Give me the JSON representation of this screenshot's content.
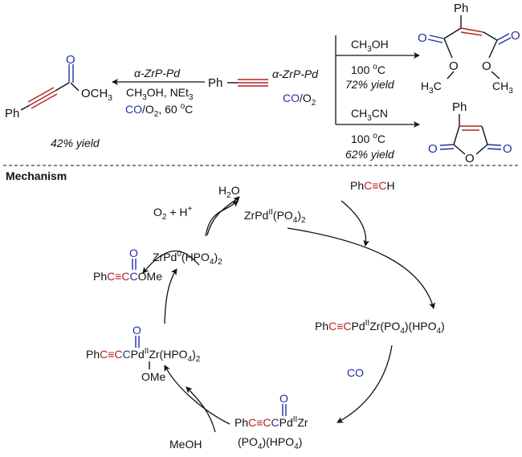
{
  "top": {
    "left_reaction": {
      "reagent": "α-ZrP-Pd",
      "conditions_1": "CH3OH, NEt3",
      "co": "CO",
      "o2": "/O2, 60",
      "temp_unit": "C",
      "yield": "42% yield",
      "product_ph": "Ph",
      "product_ester": "OCH3",
      "product_o": "O"
    },
    "start": {
      "ph": "Ph",
      "reagent": "α-ZrP-Pd",
      "co": "CO",
      "o2": "/O2"
    },
    "upper_branch": {
      "solvent": "CH3OH",
      "temp": "100",
      "temp_unit": "C",
      "yield": "72% yield",
      "product_ph": "Ph",
      "o1": "O",
      "o2": "O",
      "me1": "H3C",
      "me2": "CH3"
    },
    "lower_branch": {
      "solvent": "CH3CN",
      "temp": "100",
      "temp_unit": "C",
      "yield": "62% yield",
      "product_ph": "Ph",
      "o_left": "O",
      "o_right": "O",
      "o_ring": "O"
    }
  },
  "mechanism": {
    "heading": "Mechanism",
    "o2h": "O2 + H+",
    "h2o": "H2O",
    "zrpd2": "ZrPd(PO4)2",
    "phcch": "PhC≡CH",
    "zrpd0": "ZrPd0(HPO4)2",
    "product": "PhC≡CC(O)OMe",
    "int1": "PhC≡CPdIIZr(PO4)(HPO4)",
    "co": "CO",
    "int2_line1": "PhC≡CC(O)PdIIZr",
    "int2_line2": "(PO4)(HPO4)",
    "int3": "PhC≡CC(O)PdIIZr(HPO4)2",
    "int3_sub": "OMe",
    "meoh": "MeOH"
  }
}
